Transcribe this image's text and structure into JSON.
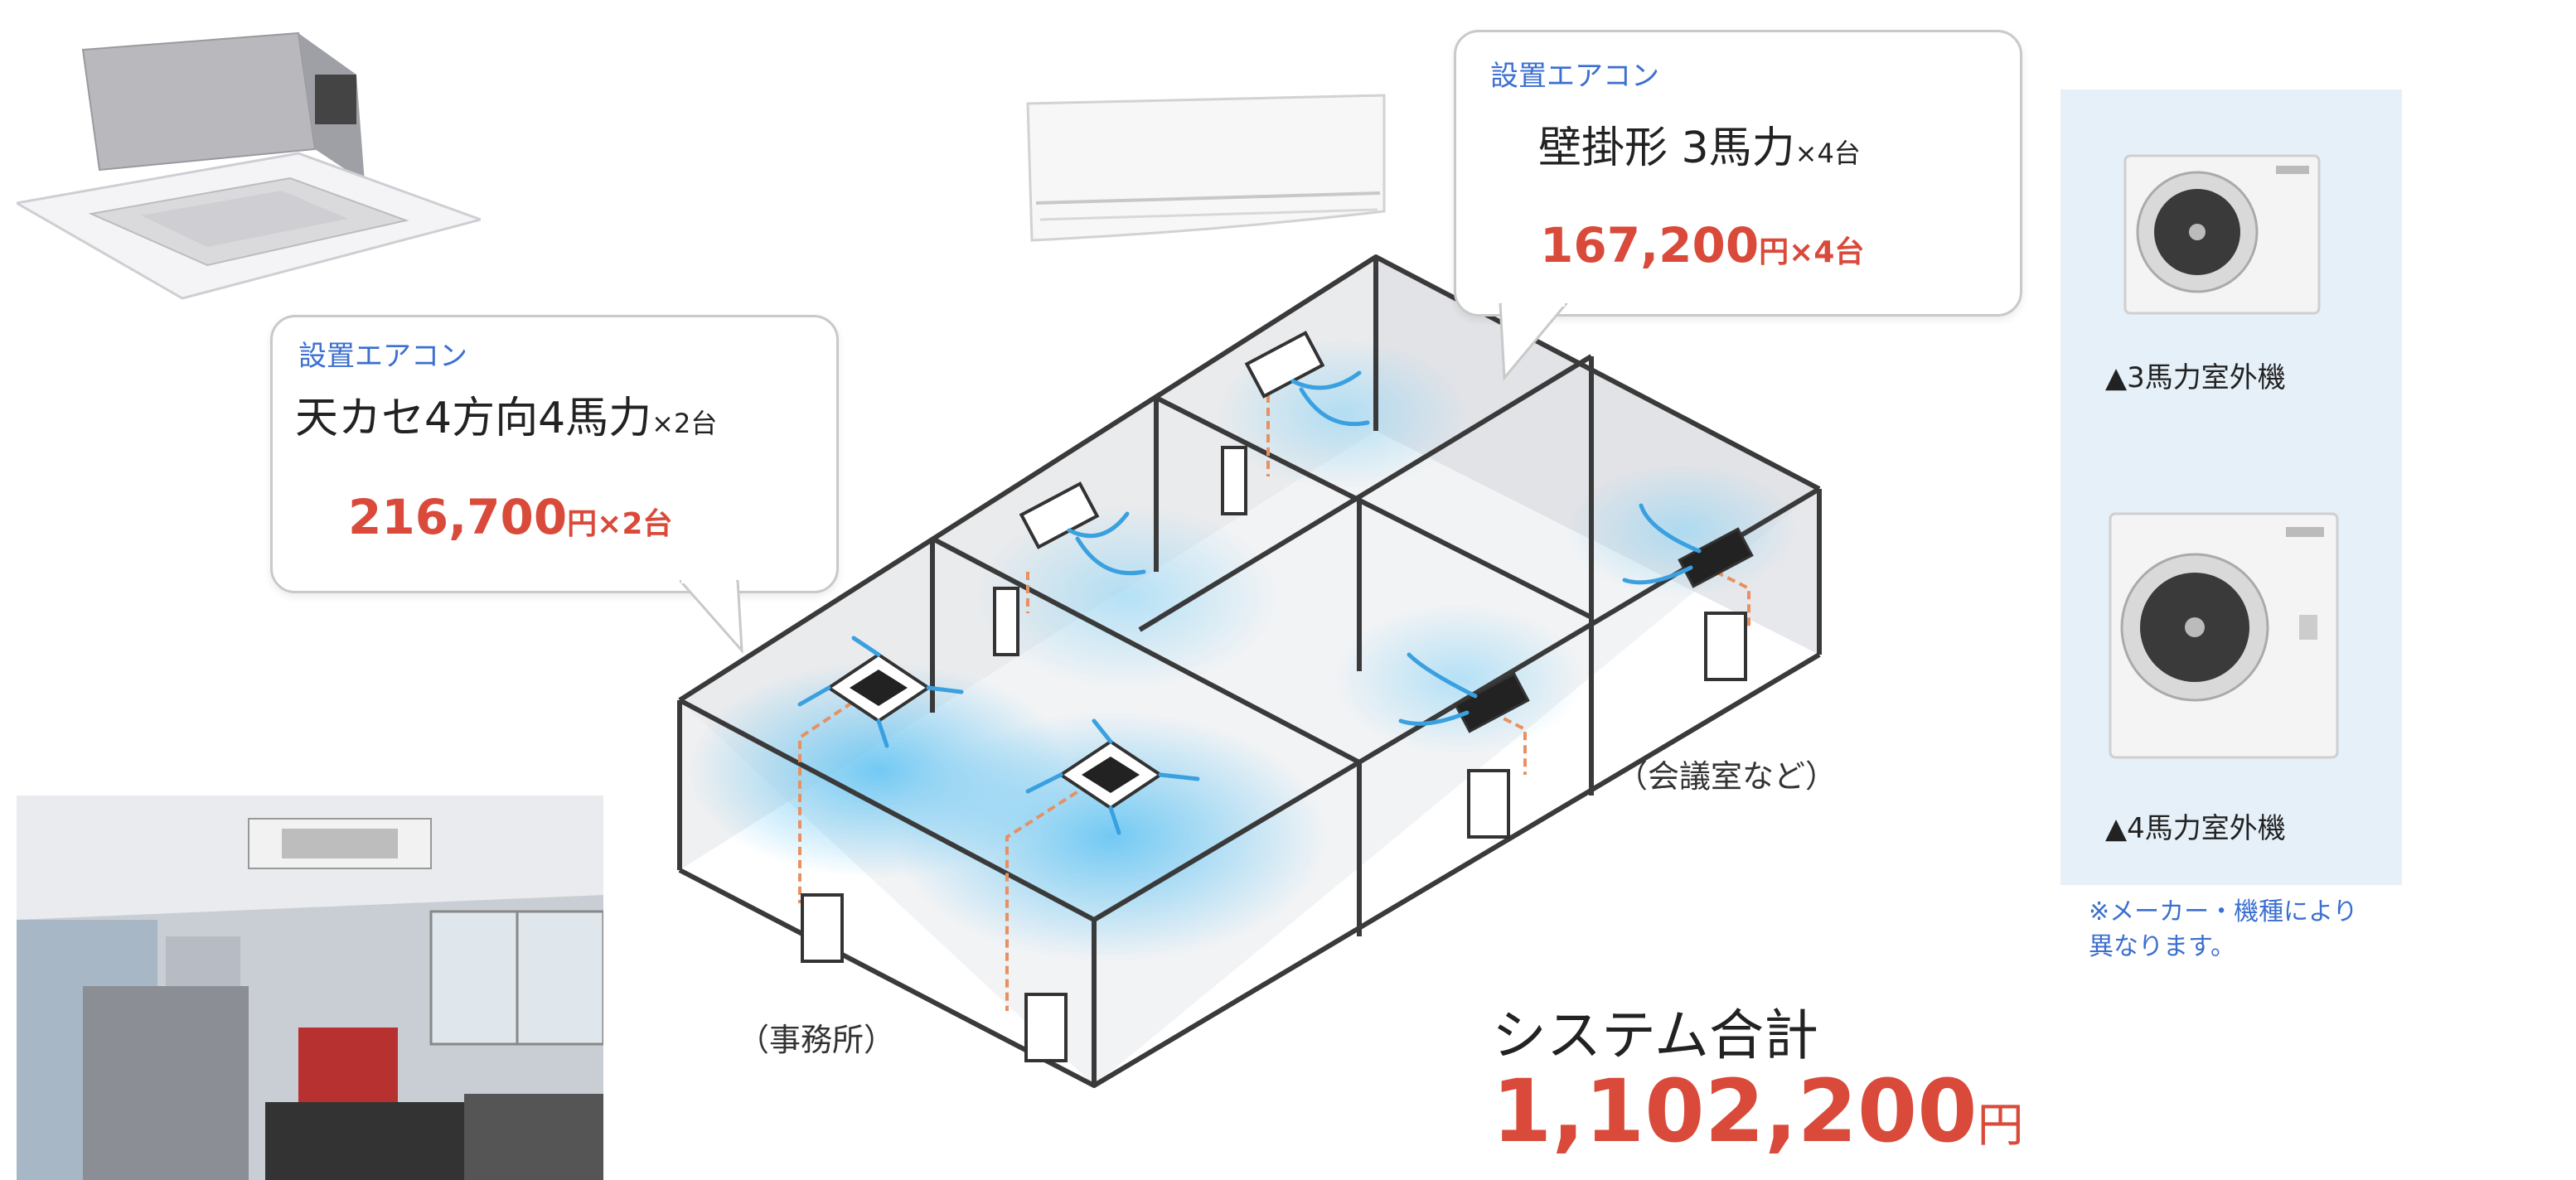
{
  "bubble_left": {
    "label": "設置エアコン",
    "model": "天カセ4方向4馬力",
    "qty": "×2台",
    "price": "216,700",
    "price_unit": "円×2台"
  },
  "bubble_right": {
    "label": "設置エアコン",
    "model": "壁掛形 3馬力",
    "qty": "×4台",
    "price": "167,200",
    "price_unit": "円×4台"
  },
  "outdoor_units": {
    "unit_3hp": "▲3馬力室外機",
    "unit_4hp": "▲4馬力室外機",
    "note_line1": "※メーカー・機種により",
    "note_line2": "異なります。"
  },
  "rooms": {
    "office": "（事務所）",
    "meeting": "（会議室など）"
  },
  "total": {
    "label": "システム合計",
    "value": "1,102,200",
    "unit": "円"
  },
  "colors": {
    "price_red": "#d94a3a",
    "label_blue": "#3b6fd0",
    "airflow_blue": "#3aa0e0",
    "panel_bg": "#e6f0f8",
    "pipe_orange": "#e89060"
  }
}
